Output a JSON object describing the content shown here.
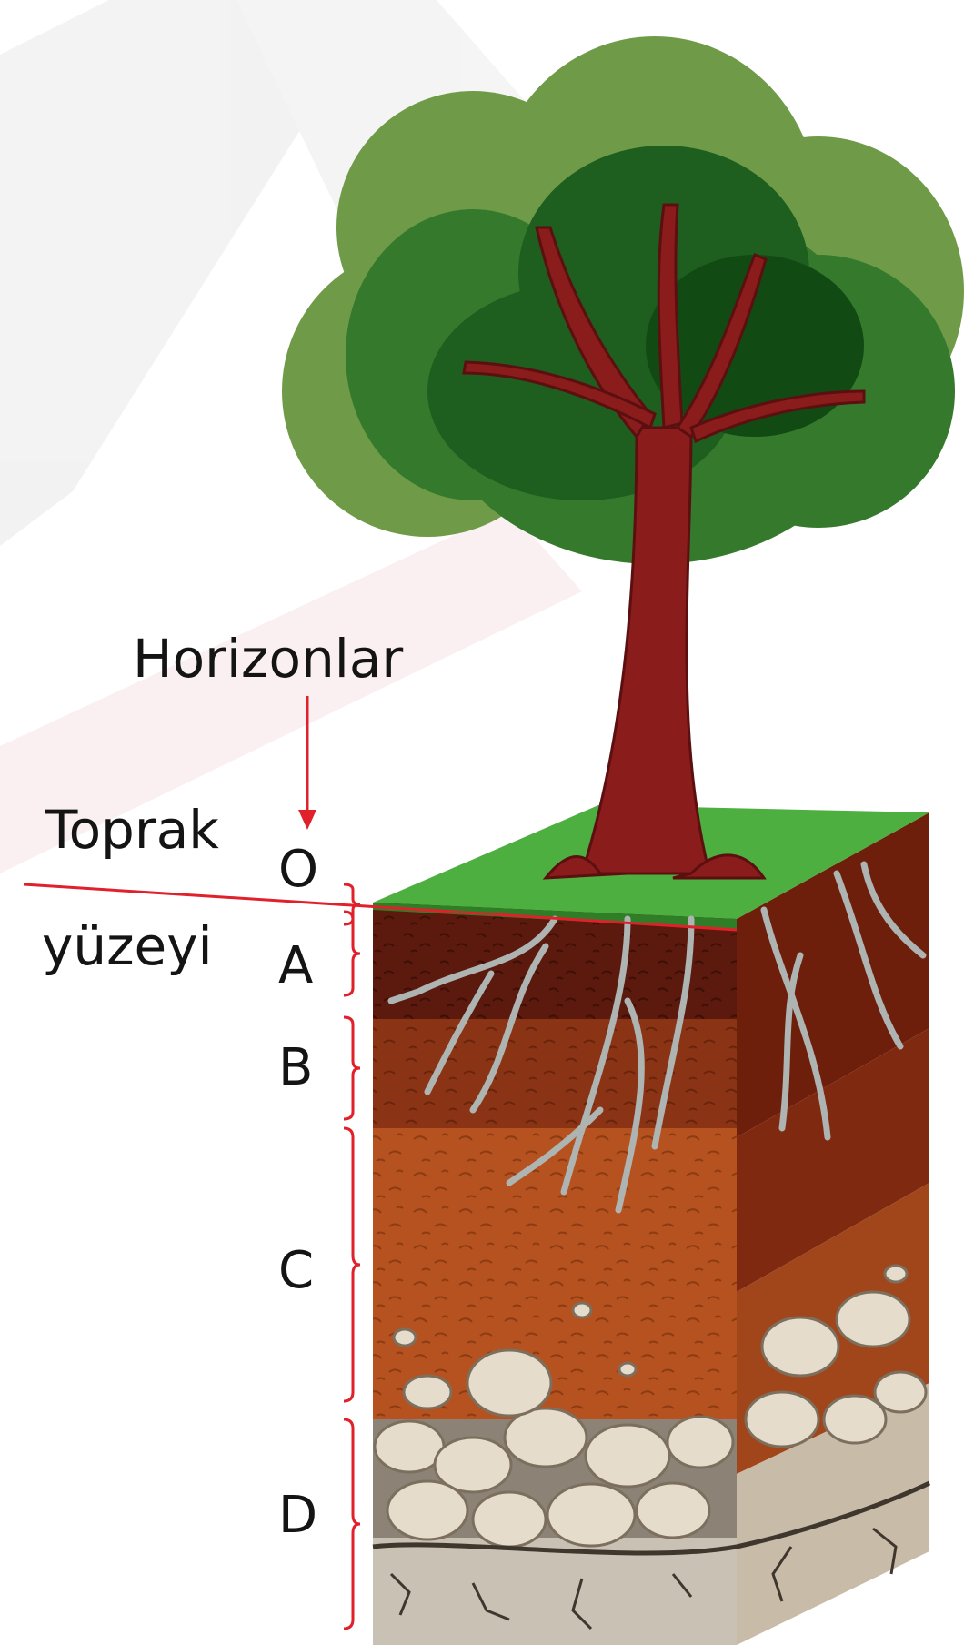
{
  "diagram": {
    "title": "Horizonlar",
    "surface_label": {
      "line1": "Toprak",
      "line2": "yüzeyi"
    },
    "horizons": [
      {
        "label": "O",
        "color": "#4caf3f"
      },
      {
        "label": "A",
        "color": "#5b1a0d"
      },
      {
        "label": "B",
        "color": "#8a3415"
      },
      {
        "label": "C",
        "color": "#b5521f"
      },
      {
        "label": "D",
        "color": "#d8cdbd"
      }
    ],
    "annotation_color": "#e0202a"
  }
}
